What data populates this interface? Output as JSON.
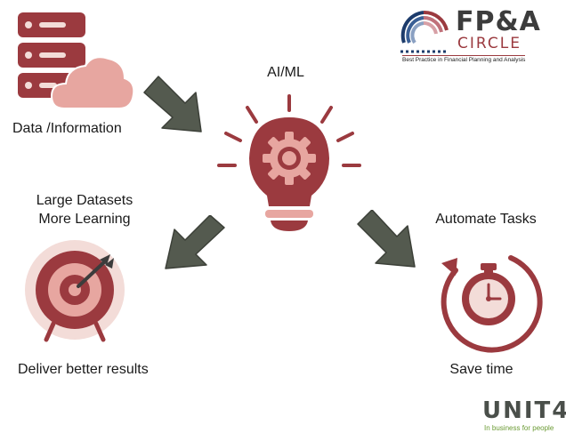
{
  "nodes": {
    "data_info": "Data /Information",
    "ai_ml": "AI/ML",
    "large_datasets_line1": "Large Datasets",
    "large_datasets_line2": "More Learning",
    "automate_tasks": "Automate Tasks",
    "deliver_results": "Deliver better results",
    "save_time": "Save time"
  },
  "logos": {
    "fpa_main": "FP&A",
    "fpa_sub": "CIRCLE",
    "fpa_tagline": "Best Practice in Financial Planning and Analysis",
    "unit4_name": "UNIT4",
    "unit4_tagline": "In business for people"
  },
  "colors": {
    "brand_red": "#9b3a3f",
    "brand_pink": "#e7a6a0",
    "brand_light": "#f3dcd8",
    "arrow_gray": "#545a4f",
    "unit4_green": "#6a9a33"
  }
}
